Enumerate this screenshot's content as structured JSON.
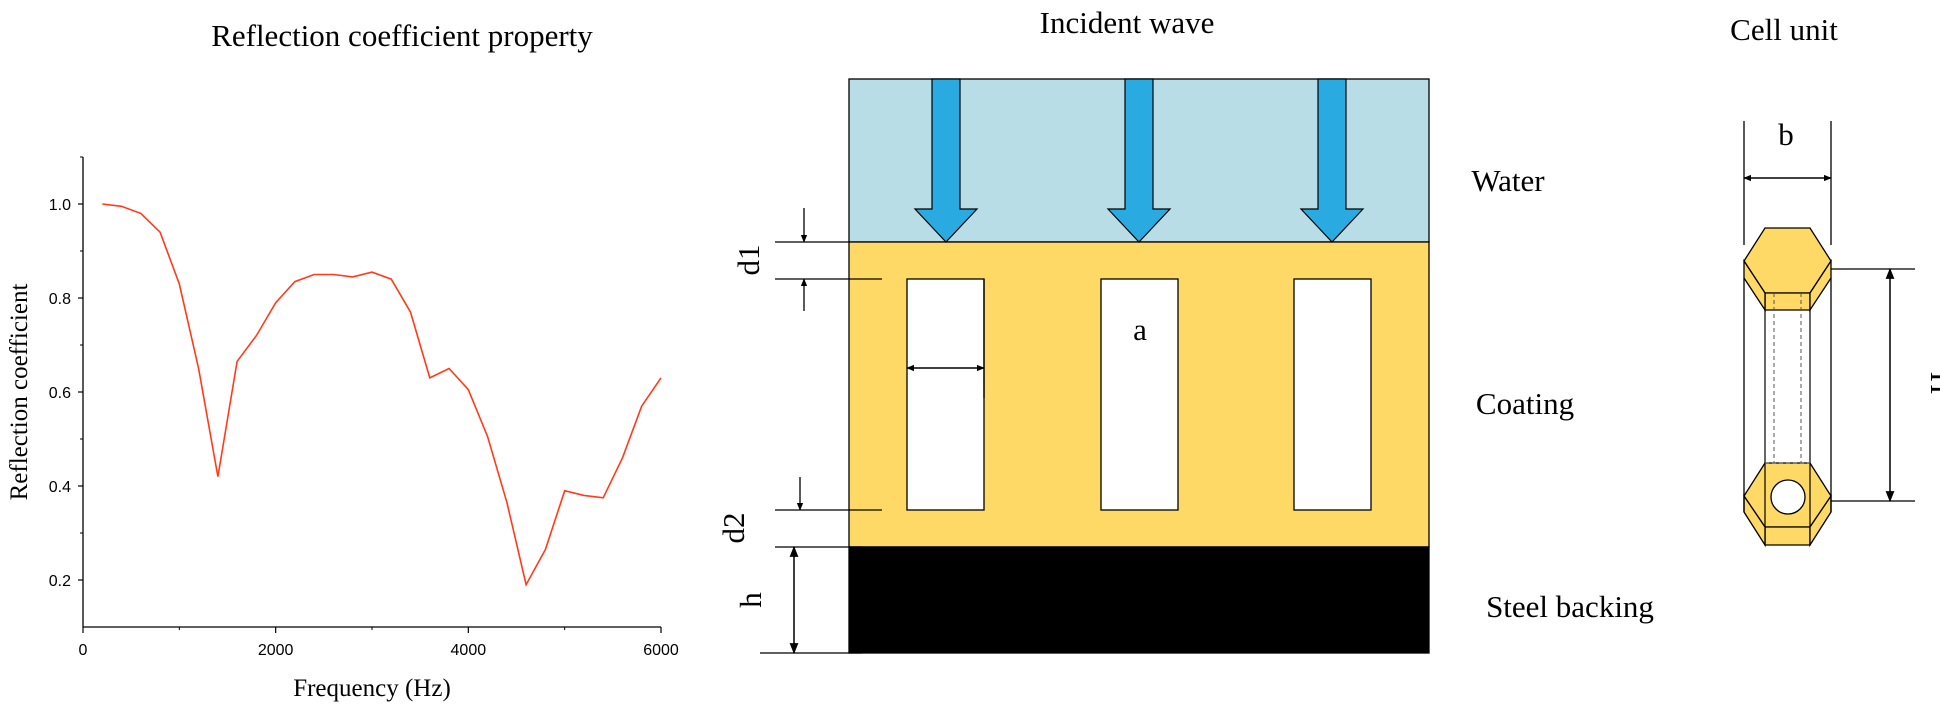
{
  "colors": {
    "curve": "#ff3b1a",
    "water": "#b9dde6",
    "coating": "#ffd966",
    "steel": "#000000",
    "arrow": "#29abe2",
    "line": "#000000"
  },
  "left_panel": {
    "title": "Reflection coefficient property",
    "chart_data": {
      "type": "line",
      "title": "Reflection coefficient property",
      "xlabel": "Frequency (Hz)",
      "ylabel": "Reflection coefficient",
      "xlim": [
        0,
        6000
      ],
      "ylim": [
        0.1,
        1.1
      ],
      "x_ticks": [
        0,
        2000,
        4000,
        6000
      ],
      "x_tick_labels": [
        "0",
        "2000",
        "4000",
        "6000"
      ],
      "y_ticks": [
        0.2,
        0.4,
        0.6,
        0.8,
        1.0
      ],
      "y_tick_labels": [
        "0.2",
        "0.4",
        "0.6",
        "0.8",
        "1.0"
      ],
      "grid": false,
      "series": [
        {
          "x": [
            200,
            400,
            600,
            800,
            1000,
            1200,
            1400,
            1600,
            1800,
            2000,
            2200,
            2400,
            2600,
            2800,
            3000,
            3200,
            3400,
            3600,
            3800,
            4000,
            4200,
            4400,
            4600,
            4800,
            5000,
            5200,
            5400,
            5600,
            5800,
            6000
          ],
          "y": [
            1.0,
            0.995,
            0.98,
            0.94,
            0.83,
            0.65,
            0.42,
            0.665,
            0.72,
            0.79,
            0.835,
            0.85,
            0.85,
            0.845,
            0.855,
            0.84,
            0.77,
            0.63,
            0.65,
            0.605,
            0.505,
            0.365,
            0.19,
            0.265,
            0.39,
            0.38,
            0.375,
            0.46,
            0.57,
            0.63
          ]
        }
      ]
    }
  },
  "middle_panel": {
    "title": "Incident wave",
    "labels": {
      "water": "Water",
      "coating": "Coating",
      "steel": "Steel backing",
      "a": "a",
      "d1": "d1",
      "d2": "d2",
      "h": "h"
    }
  },
  "right_panel": {
    "title": "Cell unit",
    "labels": {
      "b": "b",
      "H": "H"
    }
  }
}
